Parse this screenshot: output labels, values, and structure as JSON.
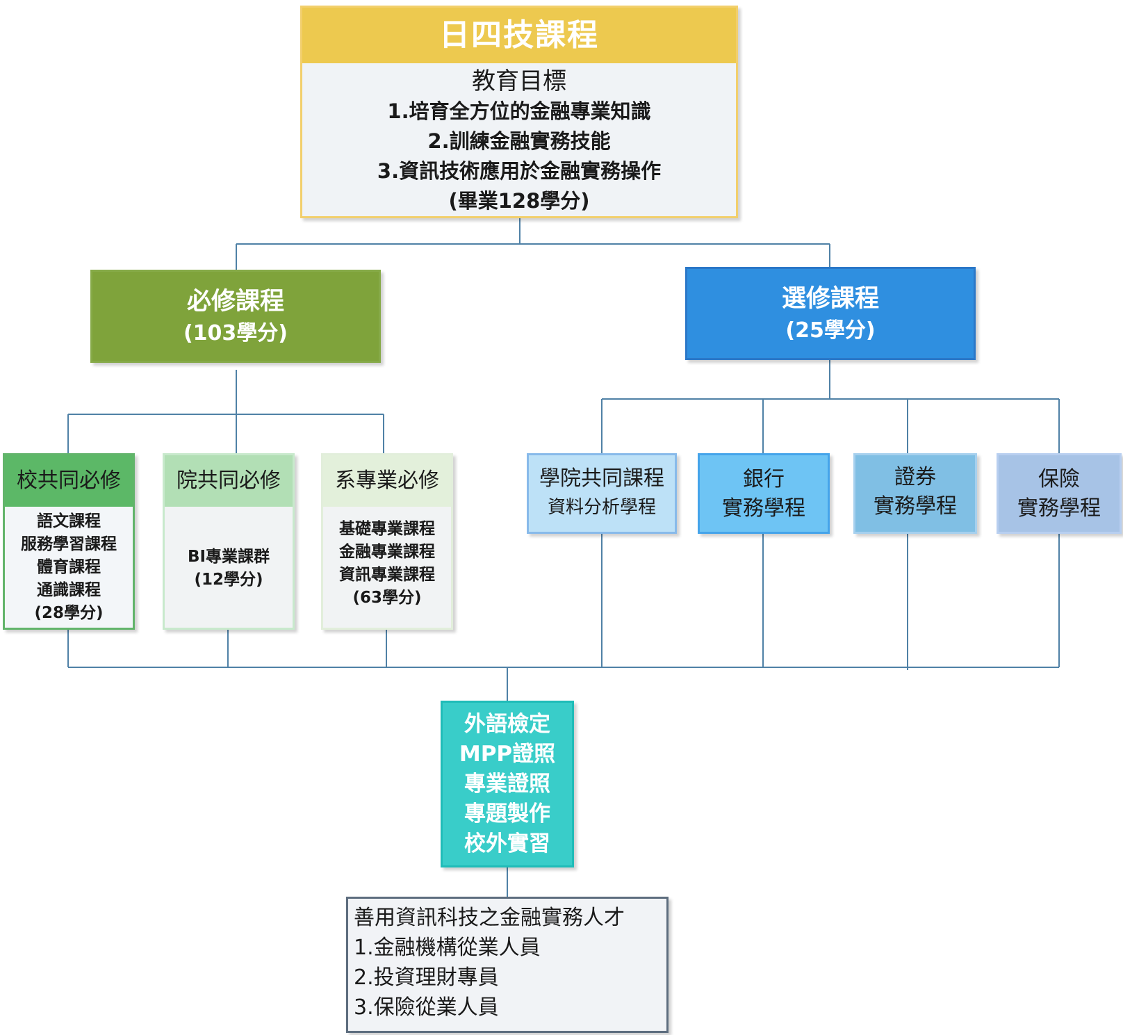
{
  "top": {
    "title": "日四技課程",
    "goals_title": "教育目標",
    "goals": [
      "1.培育全方位的金融專業知識",
      "2.訓練金融實務技能",
      "3.資訊技術應用於金融實務操作",
      "(畢業128學分)"
    ]
  },
  "required": {
    "title": "必修課程",
    "credits": "(103學分)"
  },
  "elective": {
    "title": "選修課程",
    "credits": "(25學分)"
  },
  "school_common": {
    "title": "校共同必修",
    "items": [
      "語文課程",
      "服務學習課程",
      "體育課程",
      "通識課程",
      "(28學分)"
    ]
  },
  "college_common": {
    "title": "院共同必修",
    "items": [
      "BI專業課群",
      "(12學分)"
    ]
  },
  "dept_required": {
    "title": "系專業必修",
    "items": [
      "基礎專業課程",
      "金融專業課程",
      "資訊專業課程",
      "(63學分)"
    ]
  },
  "programs": {
    "analytics": [
      "學院共同課程",
      "資料分析學程"
    ],
    "banking": [
      "銀行",
      "實務學程"
    ],
    "securities": [
      "證券",
      "實務學程"
    ],
    "insurance": [
      "保險",
      "實務學程"
    ]
  },
  "certifications": [
    "外語檢定",
    "MPP證照",
    "專業證照",
    "專題製作",
    "校外實習"
  ],
  "outcome": {
    "title": "善用資訊科技之金融實務人才",
    "items": [
      "1.金融機構從業人員",
      "2.投資理財專員",
      "3.保險從業人員"
    ]
  },
  "colors": {
    "header_yellow": "#edc94f",
    "required_green": "#7fa33b",
    "elective_blue": "#2f8fe0",
    "certs_teal": "#39cdc9",
    "connector": "#4f81a6"
  }
}
